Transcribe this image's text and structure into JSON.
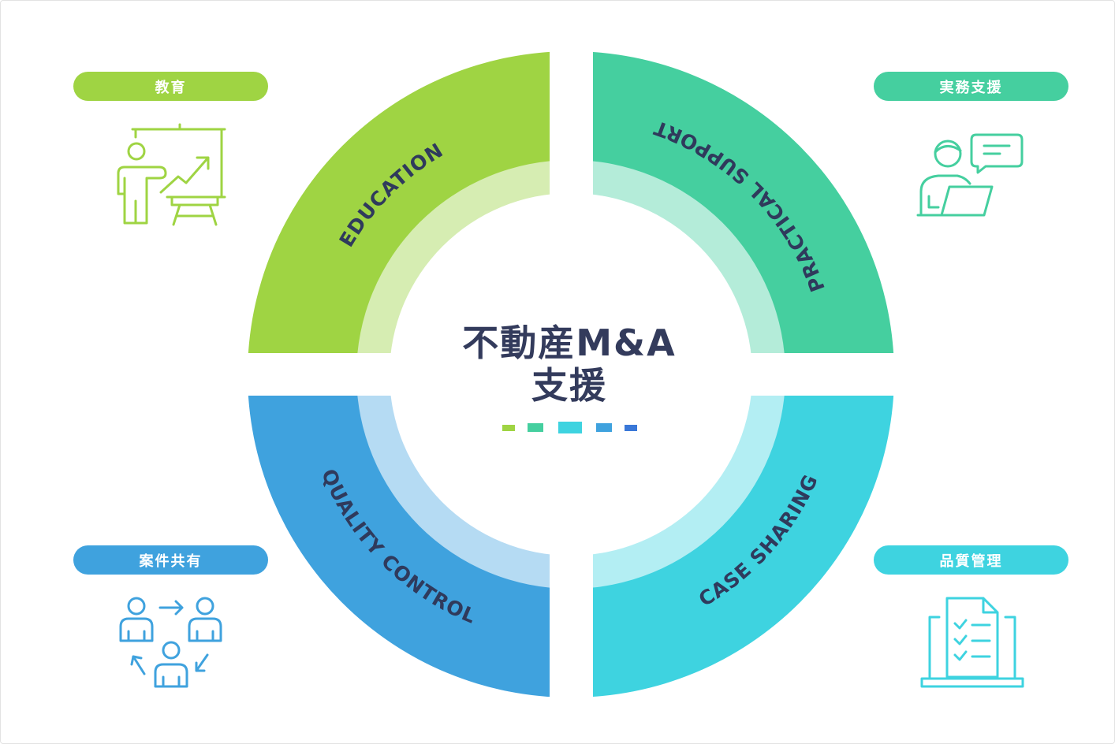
{
  "center_title": {
    "line1": "不動産M&A",
    "line2": "支援"
  },
  "segments": [
    {
      "id": "education",
      "label": "EDUCATION",
      "color": "#9fd443",
      "light": "#d6edb2"
    },
    {
      "id": "practical-support",
      "label": "PRACTICAL SUPPORT",
      "color": "#45cf9f",
      "light": "#b4ecd9"
    },
    {
      "id": "case-sharing",
      "label": "CASE SHARING",
      "color": "#3ed3e0",
      "light": "#b3eef3"
    },
    {
      "id": "quality-control",
      "label": "QUALITY CONTROL",
      "color": "#3fa2de",
      "light": "#b5dbf3"
    }
  ],
  "pills": [
    {
      "label": "教育",
      "color": "#9fd443",
      "icon": "presentation-icon"
    },
    {
      "label": "実務支援",
      "color": "#45cf9f",
      "icon": "consultation-icon"
    },
    {
      "label": "案件共有",
      "color": "#3fa2de",
      "icon": "sharing-people-icon"
    },
    {
      "label": "品質管理",
      "color": "#3ed3e0",
      "icon": "checklist-laptop-icon"
    }
  ],
  "legend_colors": [
    "#9fd443",
    "#45cf9f",
    "#3ed3e0",
    "#3fa2de",
    "#3a78d8"
  ]
}
